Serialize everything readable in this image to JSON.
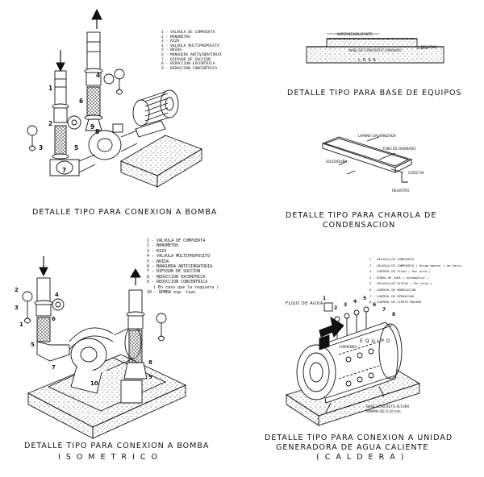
{
  "details": {
    "bomba": {
      "caption": "DETALLE TIPO PARA CONEXION A BOMBA",
      "legend": [
        "1 - VALVULA DE COMPUERTA",
        "2 - MANOMETRO",
        "3 - RIZO",
        "4 - VALVULA MULTIPROPOSITO",
        "5 - BRIDA",
        "6 - MANGUERA ANTIVIBRATORIA",
        "7 - DIFUSOR DE SUCCION",
        "8 - REDUCCION EXCENTRICA",
        "9 - REDUCCION CONCENTRICA"
      ],
      "callouts": [
        "1",
        "2",
        "3",
        "4",
        "5",
        "6",
        "7",
        "8",
        "9"
      ]
    },
    "base": {
      "caption": "DETALLE TIPO PARA BASE DE EQUIPOS",
      "labels": {
        "impermeabilizante": "IMPERMEABILIZANTE",
        "base_concreto": "BASE DE CONCRETO FUNDADO",
        "relleno": "RELLENO",
        "losa": "L O S A"
      }
    },
    "charola": {
      "caption_line1": "DETALLE TIPO PARA CHAROLA DE",
      "caption_line2": "CONDENSACION",
      "labels": {
        "lamina": "LAMINA GALVANIZADA",
        "tubo": "TUBO DE DRENADO",
        "soldadura": "SOLDADURA",
        "codo": "CODO 90",
        "registro": "REGISTRO"
      }
    },
    "isometrico": {
      "caption_line1": "DETALLE TIPO PARA CONEXION A BOMBA",
      "caption_line2": "I S O M E T R I C O",
      "legend": [
        "1 - VALVULA DE COMPUERTA",
        "2 - MANOMETRO",
        "3 - RIZO",
        "4 - VALVULA MULTIPROPOSITO",
        "5 - BRIDA",
        "6 - MANGUERA ANTIVIBRATORIA",
        "7 - DIFUSOR DE SUCCION",
        "8 - REDUCCION EXCENTRICA",
        "9 - REDUCCION CONCENTRICA",
        "( En caso que la requiera )",
        "10 - BOMBA esp. tipo"
      ],
      "callouts": [
        "1",
        "2",
        "3",
        "4",
        "5",
        "6",
        "7",
        "8",
        "9",
        "10"
      ]
    },
    "caldera": {
      "caption_line1": "DETALLE TIPO PARA CONEXION A UNIDAD",
      "caption_line2": "GENERADORA DE AGUA CALIENTE",
      "caption_line3": "( C A L D E R A )",
      "legend": [
        "1 - VALVULA DE COMPUERTA",
        "2 - VALVULA DE COMPUERTA ( Purga manual ) de nariz",
        "3 - CONTROL DE FLUJO ( Por alta )",
        "4 - PURGA DE AIRE ( Automatico )",
        "5 - VALVULA DE ALIVIO ( Por alta )",
        "6 - CONTROL DE MODULACION",
        "7 - CONTROL DE OPERACION",
        "8 - CONTROL DE LIMITE MAXIMO"
      ],
      "labels": {
        "flujo": "FLUJO DE AGUA",
        "equipo": "E Q U I P O",
        "chimenea": "CHIMENEA",
        "base_line1": "BASE CONCRETO ALTURA",
        "base_line2": "MINIMA DE 0.10 mts."
      },
      "callouts": [
        "1",
        "2",
        "3",
        "4",
        "5",
        "6",
        "7",
        "8"
      ]
    }
  }
}
